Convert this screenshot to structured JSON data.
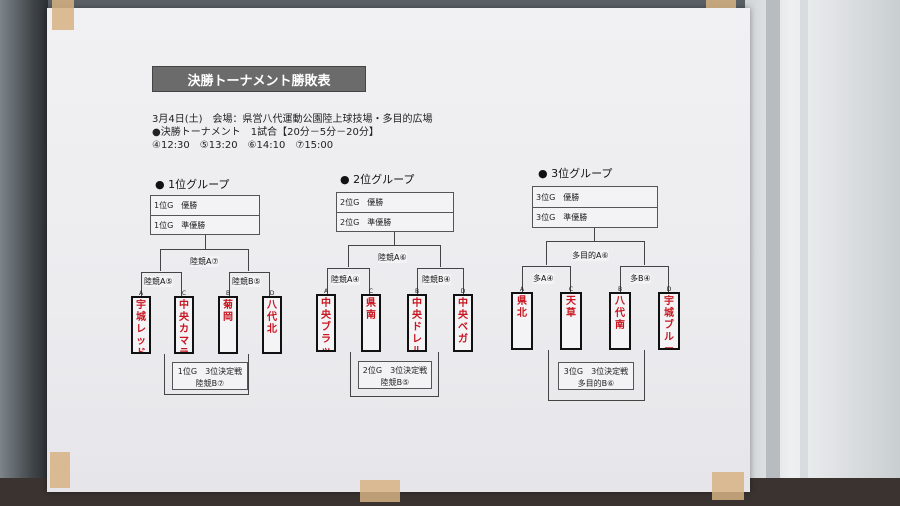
{
  "title": "決勝トーナメント勝敗表",
  "info": {
    "line1": "3月4日(土)　会場：県営八代運動公園陸上球技場・多目的広場",
    "line2": "●決勝トーナメント　1試合【20分－5分－20分】",
    "line3": "④12:30　⑤13:20　⑥14:10　⑦15:00"
  },
  "groups": [
    {
      "heading": "● 1位グループ",
      "winner": "1位G　優勝",
      "runner_up": "1位G　準優勝",
      "final": "陸競A⑦",
      "semi_left": "陸競A⑤",
      "semi_right": "陸競B⑤",
      "teams": [
        "宇城レッド",
        "中央カマラ",
        "菊岡",
        "八代北"
      ],
      "slots": [
        "A",
        "C",
        "B",
        "D"
      ],
      "third_title": "1位G　3位決定戦",
      "third_venue": "陸競B⑦"
    },
    {
      "heading": "● 2位グループ",
      "winner": "2位G　優勝",
      "runner_up": "2位G　準優勝",
      "final": "陸競A⑥",
      "semi_left": "陸競A④",
      "semi_right": "陸競B④",
      "teams": [
        "中央ブラックス",
        "県南",
        "中央ドレル",
        "中央ベガ"
      ],
      "slots": [
        "A",
        "C",
        "B",
        "D"
      ],
      "third_title": "2位G　3位決定戦",
      "third_venue": "陸競B⑤"
    },
    {
      "heading": "● 3位グループ",
      "winner": "3位G　優勝",
      "runner_up": "3位G　準優勝",
      "final": "多目的A⑥",
      "semi_left": "多A④",
      "semi_right": "多B④",
      "teams": [
        "県北",
        "天草",
        "八代南",
        "宇城ブルー"
      ],
      "slots": [
        "A",
        "C",
        "B",
        "D"
      ],
      "third_title": "3位G　3位決定戦",
      "third_venue": "多目的B⑥"
    }
  ],
  "colors": {
    "ink": "#c8141e",
    "paper": "#ececef",
    "title_bg": "#6b6b6b"
  }
}
